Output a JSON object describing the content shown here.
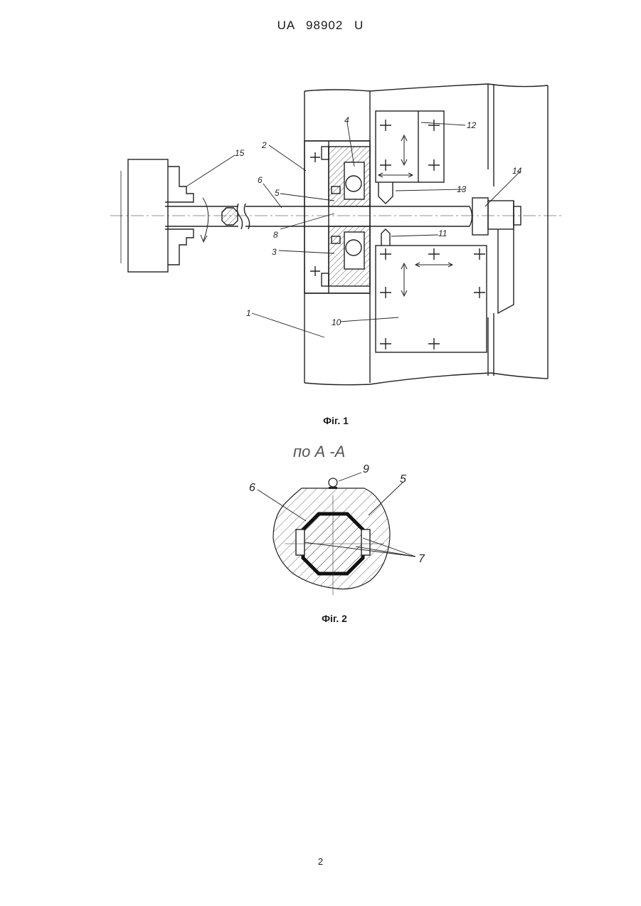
{
  "header": {
    "text": "UA   98902   U"
  },
  "figure1": {
    "caption": "Фіг. 1",
    "labels": {
      "l1": "1",
      "l2": "2",
      "l3": "3",
      "l4": "4",
      "l5": "5",
      "l6": "6",
      "l8": "8",
      "l10": "10",
      "l11": "11",
      "l12": "12",
      "l13": "13",
      "l14": "14",
      "l15": "15"
    }
  },
  "figure2": {
    "caption": "Фіг. 2",
    "section_title": "по А -А",
    "labels": {
      "l5": "5",
      "l6": "6",
      "l7": "7",
      "l9": "9"
    }
  },
  "page": {
    "number": "2"
  }
}
